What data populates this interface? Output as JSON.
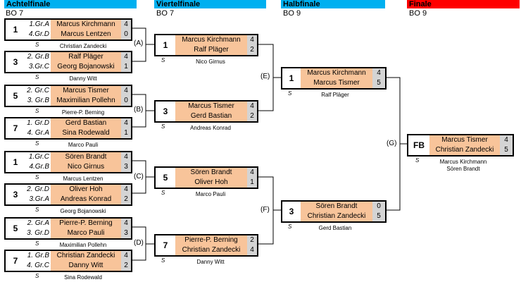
{
  "headers": {
    "r1": {
      "title": "Achtelfinale",
      "bo": "BO 7",
      "color": "#00b0f0"
    },
    "r2": {
      "title": "Viertelfinale",
      "bo": "BO 7",
      "color": "#00b0f0"
    },
    "r3": {
      "title": "Halbfinale",
      "bo": "BO 9",
      "color": "#00b0f0"
    },
    "r4": {
      "title": "Finale",
      "bo": "BO 9",
      "color": "#ff0000"
    }
  },
  "s_mark": "S",
  "round1": [
    {
      "seed": "1",
      "slots": [
        "1.Gr.A",
        "4.Gr.D"
      ],
      "players": [
        "Marcus Kirchmann",
        "Marcus Lentzen"
      ],
      "scores": [
        "4",
        "0"
      ],
      "ref": "Christian Zandecki"
    },
    {
      "seed": "3",
      "slots": [
        "2. Gr.B",
        "3.Gr.C"
      ],
      "players": [
        "Ralf Pläger",
        "Georg Bojanowski"
      ],
      "scores": [
        "4",
        "1"
      ],
      "ref": "Danny Witt"
    },
    {
      "seed": "5",
      "slots": [
        "2. Gr.C",
        "3. Gr.B"
      ],
      "players": [
        "Marcus Tismer",
        "Maximilian Pollehn"
      ],
      "scores": [
        "4",
        "0"
      ],
      "ref": "Pierre-P. Berning"
    },
    {
      "seed": "7",
      "slots": [
        "1. Gr.D",
        "4. Gr.A"
      ],
      "players": [
        "Gerd Bastian",
        "Sina Rodewald"
      ],
      "scores": [
        "4",
        "1"
      ],
      "ref": "Marco Pauli"
    },
    {
      "seed": "1",
      "slots": [
        "1.Gr.C",
        "4.Gr.B"
      ],
      "players": [
        "Sören Brandt",
        "Nico Girnus"
      ],
      "scores": [
        "4",
        "3"
      ],
      "ref": "Marcus Lentzen"
    },
    {
      "seed": "3",
      "slots": [
        "2. Gr.D",
        "3.Gr.A"
      ],
      "players": [
        "Oliver Hoh",
        "Andreas Konrad"
      ],
      "scores": [
        "4",
        "2"
      ],
      "ref": "Georg Bojanowski"
    },
    {
      "seed": "5",
      "slots": [
        "2. Gr.A",
        "3. Gr.D"
      ],
      "players": [
        "Pierre-P. Berning",
        "Marco Pauli"
      ],
      "scores": [
        "4",
        "3"
      ],
      "ref": "Maximilian Pollehn"
    },
    {
      "seed": "7",
      "slots": [
        "1. Gr.B",
        "4. Gr.C"
      ],
      "players": [
        "Christian Zandecki",
        "Danny Witt"
      ],
      "scores": [
        "4",
        "2"
      ],
      "ref": "Sina Rodewald"
    }
  ],
  "round2": [
    {
      "seed": "1",
      "label": "(A)",
      "players": [
        "Marcus Kirchmann",
        "Ralf Pläger"
      ],
      "scores": [
        "4",
        "2"
      ],
      "ref": "Nico Girnus"
    },
    {
      "seed": "3",
      "label": "(B)",
      "players": [
        "Marcus Tismer",
        "Gerd Bastian"
      ],
      "scores": [
        "4",
        "2"
      ],
      "ref": "Andreas Konrad"
    },
    {
      "seed": "5",
      "label": "(C)",
      "players": [
        "Sören Brandt",
        "Oliver Hoh"
      ],
      "scores": [
        "4",
        "1"
      ],
      "ref": "Marco Pauli"
    },
    {
      "seed": "7",
      "label": "(D)",
      "players": [
        "Pierre-P. Berning",
        "Christian Zandecki"
      ],
      "scores": [
        "2",
        "4"
      ],
      "ref": "Danny Witt"
    }
  ],
  "round3": [
    {
      "seed": "1",
      "label": "(E)",
      "players": [
        "Marcus Kirchmann",
        "Marcus Tismer"
      ],
      "scores": [
        "4",
        "5"
      ],
      "ref": "Ralf Pläger"
    },
    {
      "seed": "3",
      "label": "(F)",
      "players": [
        "Sören Brandt",
        "Christian Zandecki"
      ],
      "scores": [
        "0",
        "5"
      ],
      "ref": "Gerd Bastian"
    }
  ],
  "final": {
    "seed": "FB",
    "label": "(G)",
    "players": [
      "Marcus Tismer",
      "Christian Zandecki"
    ],
    "scores": [
      "4",
      "5"
    ],
    "refs": [
      "Marcus Kirchmann",
      "Sören Brandt"
    ]
  }
}
